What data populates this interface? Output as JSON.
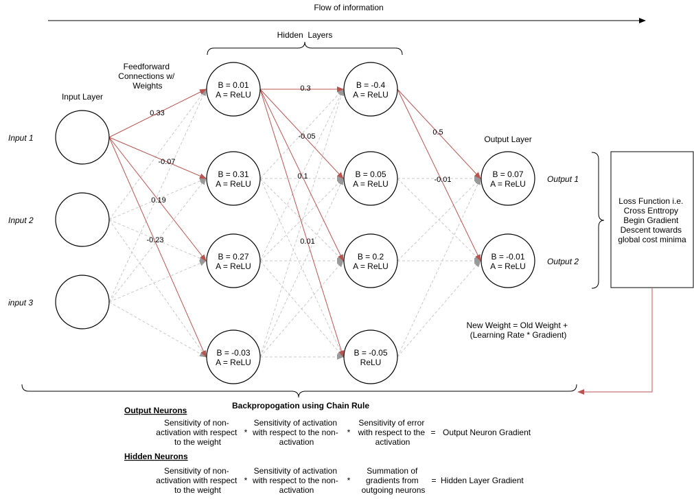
{
  "flow_label": "Flow of information",
  "hidden_layers_label": "Hidden  Layers",
  "feedforward_label": [
    "Feedforward",
    "Connections w/",
    "Weights"
  ],
  "input_layer_label": "Input Layer",
  "output_layer_label": "Output Layer",
  "inputs": [
    "Input 1",
    "Input 2",
    "input 3"
  ],
  "outputs": [
    "Output 1",
    "Output 2"
  ],
  "hidden1": [
    {
      "b": "B = 0.01",
      "a": "A = ReLU"
    },
    {
      "b": "B = 0.31",
      "a": "A = ReLU"
    },
    {
      "b": "B = 0.27",
      "a": "A = ReLU"
    },
    {
      "b": "B = -0.03",
      "a": "A = ReLU"
    }
  ],
  "hidden2": [
    {
      "b": "B = -0.4",
      "a": "A = ReLU"
    },
    {
      "b": "B = 0.05",
      "a": "A = ReLU"
    },
    {
      "b": "B = 0.2",
      "a": "A = ReLU"
    },
    {
      "b": "B = -0.05",
      "a": "ReLU"
    }
  ],
  "output_nodes": [
    {
      "b": "B = 0.07",
      "a": "A = ReLU"
    },
    {
      "b": "B = -0.01",
      "a": "A = ReLU"
    }
  ],
  "weights_input1": [
    "0.33",
    "-0.07",
    "0.19",
    "-0.23"
  ],
  "weights_h1_top": [
    "0.3",
    "-0.05",
    "0.1",
    "0.01"
  ],
  "weights_h2_top": [
    "0.5",
    "-0.01"
  ],
  "loss_box": [
    "Loss Function i.e.",
    "Cross Enttropy",
    "Begin Gradient",
    "Descent towards",
    "global cost minima"
  ],
  "update_rule": [
    "New Weight = Old Weight +",
    "(Learning Rate * Gradient)"
  ],
  "backprop_title": "Backpropogation using Chain Rule",
  "output_neurons": {
    "title": "Output Neurons",
    "term1": [
      "Sensitivity of non-",
      "activation with respect",
      "to the weight"
    ],
    "term2": [
      "Sensitivity of activation",
      "with respect to the non-",
      "activation"
    ],
    "term3": [
      "Sensitivity of error",
      "with respect to the",
      "activation"
    ],
    "result": "Output Neuron Gradient"
  },
  "hidden_neurons": {
    "title": "Hidden Neurons",
    "term1": [
      "Sensitivity of non-",
      "activation with respect",
      "to the weight"
    ],
    "term2": [
      "Sensitivity of activation",
      "with respect to the non-",
      "activation"
    ],
    "term3": [
      "Summation of",
      "gradients from",
      "outgoing neurons"
    ],
    "result": "Hidden Layer Gradient"
  },
  "mul": "*",
  "eq": "=",
  "colors": {
    "active_edge": "#b85450",
    "dashed_edge": "#c8c8c8",
    "line": "#000000"
  }
}
